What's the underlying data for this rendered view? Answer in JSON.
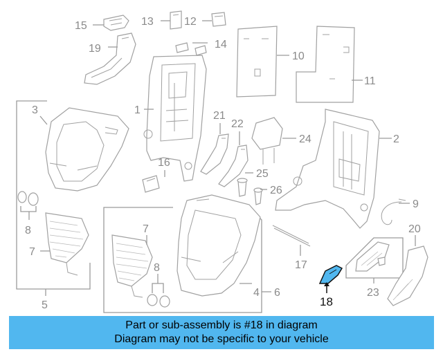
{
  "callouts": {
    "c1": "1",
    "c2": "2",
    "c3": "3",
    "c4": "4",
    "c5": "5",
    "c6": "6",
    "c7a": "7",
    "c7b": "7",
    "c8a": "8",
    "c8b": "8",
    "c9": "9",
    "c10": "10",
    "c11": "11",
    "c12": "12",
    "c13": "13",
    "c14": "14",
    "c15": "15",
    "c16": "16",
    "c17": "17",
    "c18": "18",
    "c19": "19",
    "c20": "20",
    "c21": "21",
    "c22": "22",
    "c23": "23",
    "c24": "24",
    "c25": "25",
    "c26": "26"
  },
  "highlight": {
    "part_number": "18",
    "color": "#51b7ef"
  },
  "banner": {
    "line1": "Part or sub-assembly is #18 in diagram",
    "line2": "Diagram may not be specific to your vehicle",
    "color": "#51b7ef"
  }
}
